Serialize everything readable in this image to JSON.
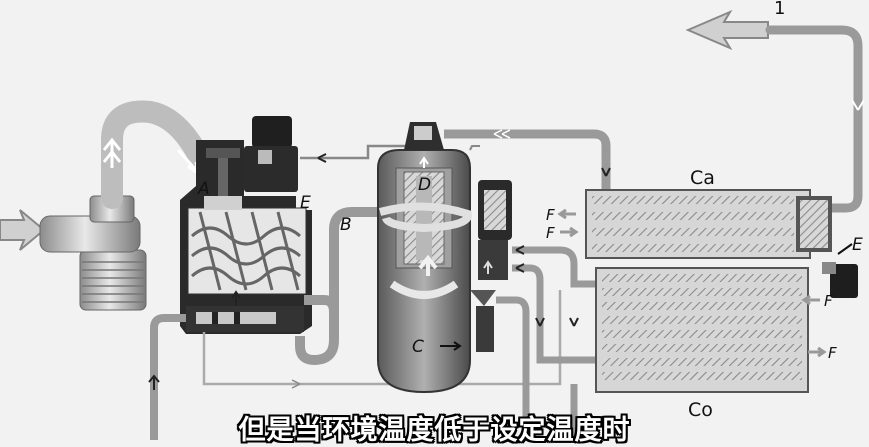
{
  "labels": {
    "outlet_number": "1",
    "A": "A",
    "B": "B",
    "C": "C",
    "D": "D",
    "E_top": "E",
    "E_right": "E",
    "F1": "F",
    "F2": "F",
    "F3": "F",
    "F4": "F",
    "Ca": "Ca",
    "Co": "Co"
  },
  "subtitle": "但是当环境温度低于设定温度时",
  "colors": {
    "background": "#f2f2f2",
    "pipe": "#9a9a9a",
    "pipe_light": "#bdbdbd",
    "body_dark": "#222222",
    "hatch": "#8a8a8a",
    "arrow_hollow": "#d0d0d0"
  }
}
